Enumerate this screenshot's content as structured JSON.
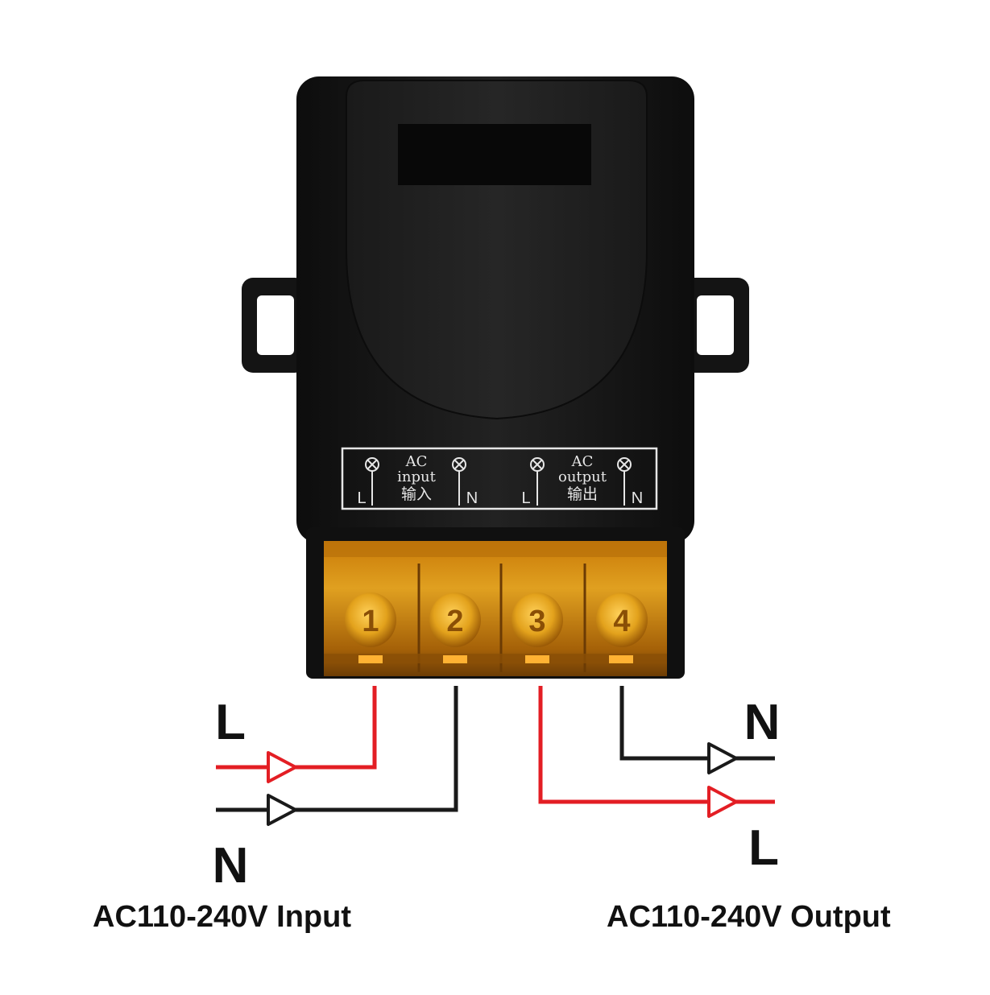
{
  "panel": {
    "input_group": {
      "title_line1": "AC",
      "title_line2": "input",
      "title_line3": "输入",
      "left_terminal": "L",
      "right_terminal": "N"
    },
    "output_group": {
      "title_line1": "AC",
      "title_line2": "output",
      "title_line3": "输出",
      "left_terminal": "L",
      "right_terminal": "N"
    }
  },
  "terminals": [
    "1",
    "2",
    "3",
    "4"
  ],
  "wires": {
    "input_live_label": "L",
    "input_neutral_label": "N",
    "output_neutral_label": "N",
    "output_live_label": "L"
  },
  "captions": {
    "input": "AC110-240V Input",
    "output": "AC110-240V Output"
  },
  "colors": {
    "live_wire": "#e31e24",
    "neutral_wire": "#1a1a1a",
    "housing": "#161616",
    "terminal_cover": "#d88a0c"
  }
}
